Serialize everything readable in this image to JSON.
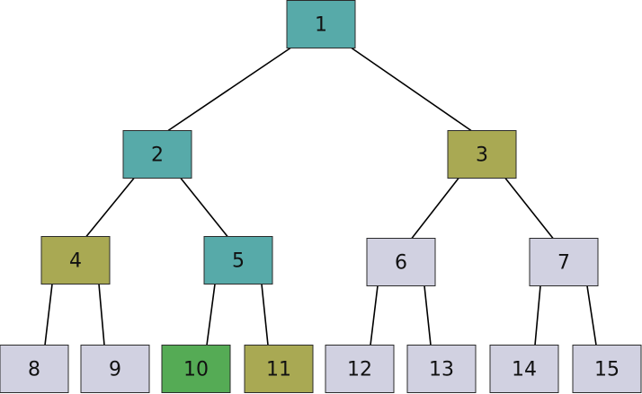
{
  "colors": {
    "teal": "#57aaa9",
    "olive": "#a9a953",
    "green": "#55ab55",
    "lavender": "#d1d1e1",
    "border": "#2b2b2b",
    "edge": "#000000"
  },
  "nodes": [
    {
      "id": 1,
      "label": "1",
      "color": "teal"
    },
    {
      "id": 2,
      "label": "2",
      "color": "teal"
    },
    {
      "id": 3,
      "label": "3",
      "color": "olive"
    },
    {
      "id": 4,
      "label": "4",
      "color": "olive"
    },
    {
      "id": 5,
      "label": "5",
      "color": "teal"
    },
    {
      "id": 6,
      "label": "6",
      "color": "lavender"
    },
    {
      "id": 7,
      "label": "7",
      "color": "lavender"
    },
    {
      "id": 8,
      "label": "8",
      "color": "lavender"
    },
    {
      "id": 9,
      "label": "9",
      "color": "lavender"
    },
    {
      "id": 10,
      "label": "10",
      "color": "green"
    },
    {
      "id": 11,
      "label": "11",
      "color": "olive"
    },
    {
      "id": 12,
      "label": "12",
      "color": "lavender"
    },
    {
      "id": 13,
      "label": "13",
      "color": "lavender"
    },
    {
      "id": 14,
      "label": "14",
      "color": "lavender"
    },
    {
      "id": 15,
      "label": "15",
      "color": "lavender"
    }
  ],
  "edges": [
    [
      1,
      2
    ],
    [
      1,
      3
    ],
    [
      2,
      4
    ],
    [
      2,
      5
    ],
    [
      3,
      6
    ],
    [
      3,
      7
    ],
    [
      4,
      8
    ],
    [
      4,
      9
    ],
    [
      5,
      10
    ],
    [
      5,
      11
    ],
    [
      6,
      12
    ],
    [
      6,
      13
    ],
    [
      7,
      14
    ],
    [
      7,
      15
    ]
  ]
}
